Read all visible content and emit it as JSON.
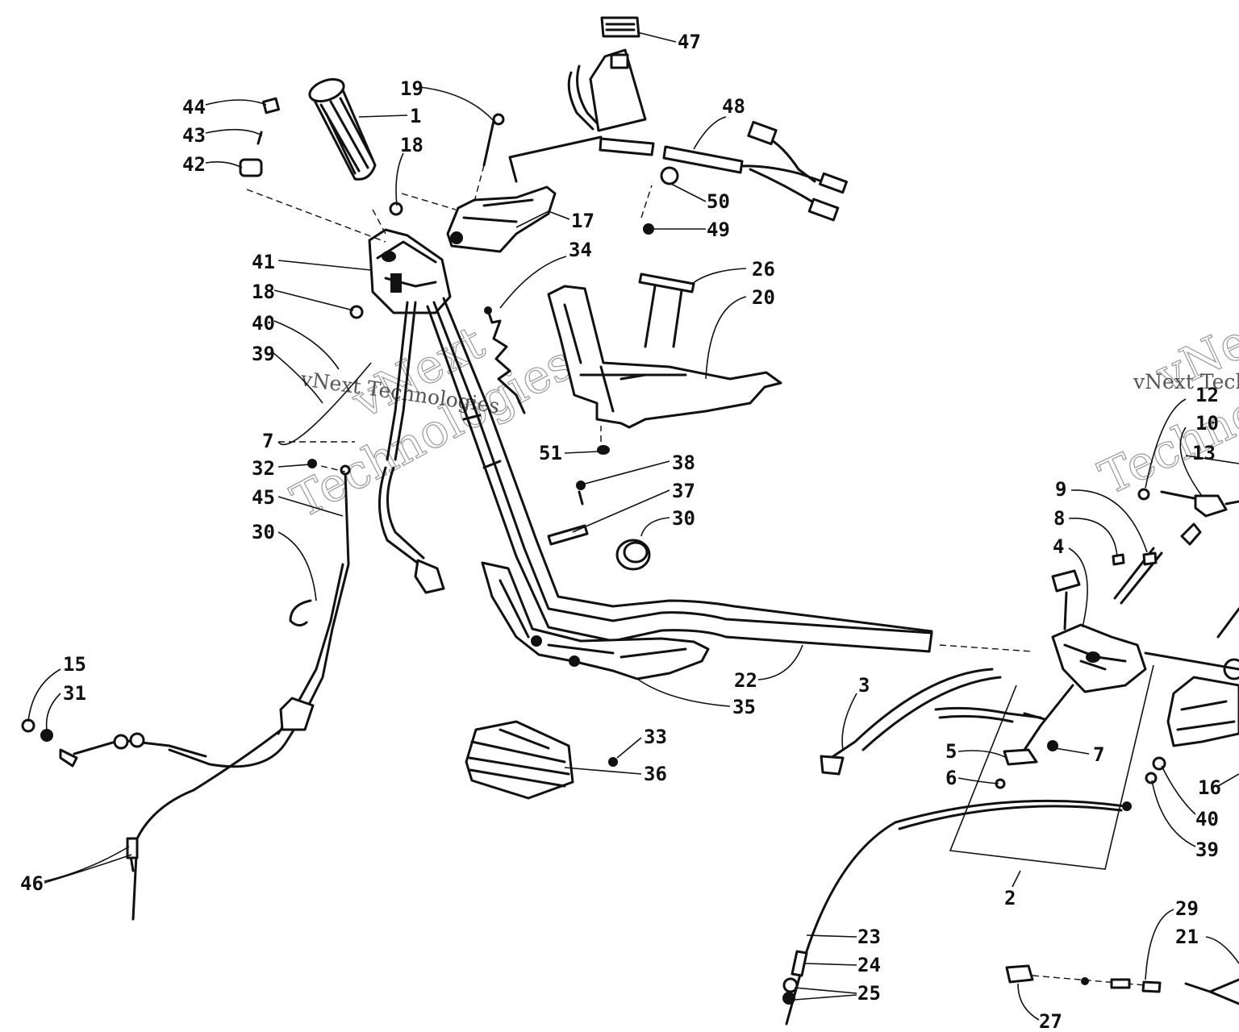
{
  "watermark": {
    "outline_text": "vNext",
    "outline_text_2": "Technologies",
    "small_text": "vNext Technologies",
    "color": "#999999"
  },
  "callouts": [
    {
      "id": "c1",
      "text": "1"
    },
    {
      "id": "c2",
      "text": "2"
    },
    {
      "id": "c3",
      "text": "3"
    },
    {
      "id": "c4",
      "text": "4"
    },
    {
      "id": "c5",
      "text": "5"
    },
    {
      "id": "c6",
      "text": "6"
    },
    {
      "id": "c7a",
      "text": "7"
    },
    {
      "id": "c7b",
      "text": "7"
    },
    {
      "id": "c8",
      "text": "8"
    },
    {
      "id": "c9",
      "text": "9"
    },
    {
      "id": "c10",
      "text": "10"
    },
    {
      "id": "c12",
      "text": "12"
    },
    {
      "id": "c13",
      "text": "13"
    },
    {
      "id": "c15",
      "text": "15"
    },
    {
      "id": "c16",
      "text": "16"
    },
    {
      "id": "c17",
      "text": "17"
    },
    {
      "id": "c18a",
      "text": "18"
    },
    {
      "id": "c18b",
      "text": "18"
    },
    {
      "id": "c19",
      "text": "19"
    },
    {
      "id": "c20",
      "text": "20"
    },
    {
      "id": "c21",
      "text": "21"
    },
    {
      "id": "c22",
      "text": "22"
    },
    {
      "id": "c23",
      "text": "23"
    },
    {
      "id": "c24",
      "text": "24"
    },
    {
      "id": "c25",
      "text": "25"
    },
    {
      "id": "c26",
      "text": "26"
    },
    {
      "id": "c27",
      "text": "27"
    },
    {
      "id": "c29",
      "text": "29"
    },
    {
      "id": "c30a",
      "text": "30"
    },
    {
      "id": "c30b",
      "text": "30"
    },
    {
      "id": "c31",
      "text": "31"
    },
    {
      "id": "c32",
      "text": "32"
    },
    {
      "id": "c33",
      "text": "33"
    },
    {
      "id": "c34",
      "text": "34"
    },
    {
      "id": "c35",
      "text": "35"
    },
    {
      "id": "c36",
      "text": "36"
    },
    {
      "id": "c37",
      "text": "37"
    },
    {
      "id": "c38",
      "text": "38"
    },
    {
      "id": "c39a",
      "text": "39"
    },
    {
      "id": "c39b",
      "text": "39"
    },
    {
      "id": "c40a",
      "text": "40"
    },
    {
      "id": "c40b",
      "text": "40"
    },
    {
      "id": "c41",
      "text": "41"
    },
    {
      "id": "c42",
      "text": "42"
    },
    {
      "id": "c43",
      "text": "43"
    },
    {
      "id": "c44",
      "text": "44"
    },
    {
      "id": "c45",
      "text": "45"
    },
    {
      "id": "c46",
      "text": "46"
    },
    {
      "id": "c47",
      "text": "47"
    },
    {
      "id": "c48",
      "text": "48"
    },
    {
      "id": "c49",
      "text": "49"
    },
    {
      "id": "c50",
      "text": "50"
    },
    {
      "id": "c51",
      "text": "51"
    }
  ]
}
